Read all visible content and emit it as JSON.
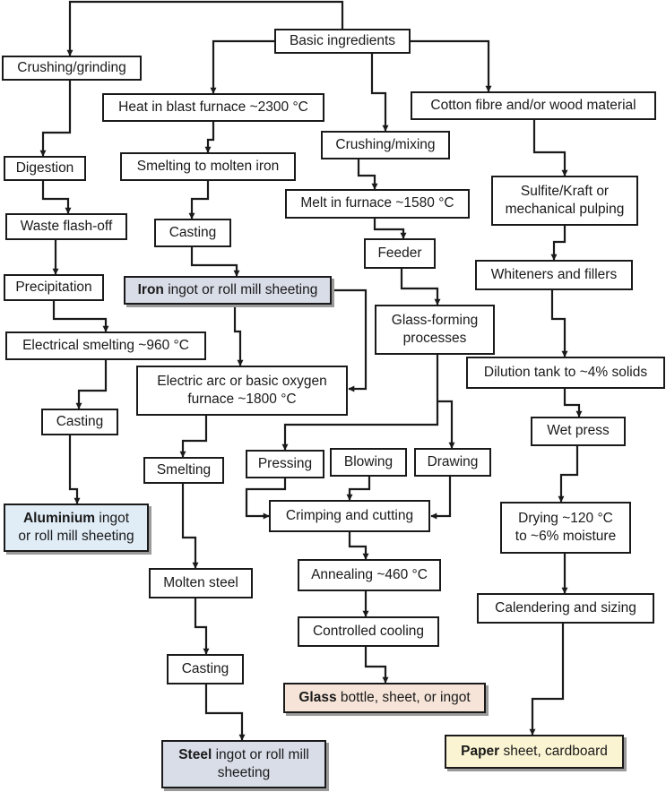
{
  "basic": "Basic ingredients",
  "aluminium": {
    "crushing": "Crushing/grinding",
    "digestion": "Digestion",
    "waste": "Waste flash-off",
    "precipitation": "Precipitation",
    "smelting": "Electrical smelting ~960 °C",
    "casting": "Casting",
    "product_bold": "Aluminium",
    "product_rest1": " ingot",
    "product_rest2": "or roll mill sheeting"
  },
  "iron": {
    "blast": "Heat in blast furnace ~2300 °C",
    "smelt": "Smelting to molten iron",
    "casting": "Casting",
    "product_bold": "Iron",
    "product_rest": " ingot or roll mill sheeting",
    "arc1": "Electric arc or basic oxygen",
    "arc2": "furnace ~1800 °C"
  },
  "steel": {
    "smelting": "Smelting",
    "molten": "Molten steel",
    "casting": "Casting",
    "product_bold": "Steel",
    "product_rest1": " ingot or roll mill",
    "product_rest2": "sheeting"
  },
  "glass": {
    "crushing": "Crushing/mixing",
    "melt": "Melt in furnace ~1580 °C",
    "feeder": "Feeder",
    "forming1": "Glass-forming",
    "forming2": "processes",
    "pressing": "Pressing",
    "blowing": "Blowing",
    "drawing": "Drawing",
    "crimping": "Crimping and cutting",
    "annealing": "Annealing ~460 °C",
    "cooling": "Controlled cooling",
    "product_bold": "Glass",
    "product_rest": " bottle, sheet, or ingot"
  },
  "paper": {
    "cotton": "Cotton fibre and/or wood material",
    "pulping1": "Sulfite/Kraft or",
    "pulping2": "mechanical pulping",
    "whiteners": "Whiteners and fillers",
    "dilution": "Dilution tank to ~4% solids",
    "wetpress": "Wet press",
    "drying1": "Drying ~120 °C",
    "drying2": "to ~6% moisture",
    "calender": "Calendering and sizing",
    "product_bold": "Paper",
    "product_rest": " sheet, cardboard"
  }
}
